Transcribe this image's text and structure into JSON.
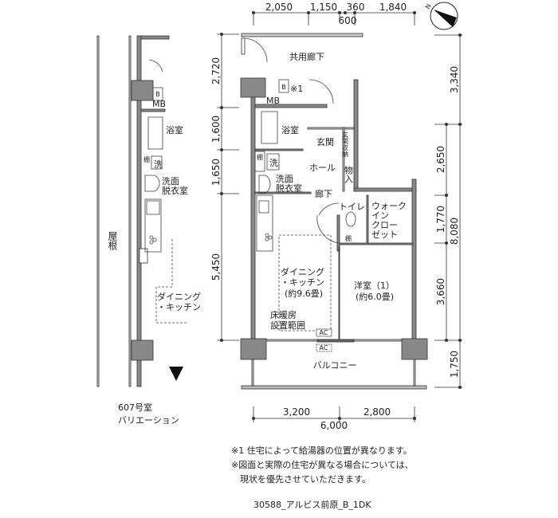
{
  "top_dimensions": [
    "2,050",
    "1,150",
    "360",
    "1,840",
    "600"
  ],
  "right_dimensions": {
    "outer": [
      "3,340",
      "8,080",
      "1,750"
    ],
    "inner": [
      "2,650",
      "1,770",
      "3,660"
    ]
  },
  "left_dimensions": [
    "2,720",
    "1,600",
    "1,650",
    "5,450"
  ],
  "bottom_dimensions": [
    "3,200",
    "2,800",
    "6,000"
  ],
  "compass": {
    "label": "N"
  },
  "rooms": {
    "corridor": "共用廊下",
    "mb": "MB",
    "boiler": "B",
    "note_mark": "※1",
    "bath": "浴室",
    "entrance": "玄関",
    "shoe_storage": "玄関収納",
    "hall": "ホール",
    "storage": "物入",
    "washer": "洗",
    "shelf": "棚",
    "washroom_1": "洗面",
    "washroom_2": "脱衣室",
    "hallway": "廊下",
    "toilet": "トイレ",
    "wic_1": "ウォーク",
    "wic_2": "イン",
    "wic_3": "クロー",
    "wic_4": "ゼット",
    "dk_1": "ダイニング",
    "dk_2": "・キッチン",
    "dk_size": "(約9.6畳)",
    "floor_heating_1": "床暖房",
    "floor_heating_2": "設置範囲",
    "western_room": "洋室（1）",
    "western_size": "(約6.0畳)",
    "ac": "AC",
    "balcony": "バルコニー"
  },
  "variation": {
    "roof": "屋根",
    "mb": "MB",
    "boiler": "B",
    "bath": "浴室",
    "washer": "洗",
    "shelf": "棚",
    "washroom_1": "洗面",
    "washroom_2": "脱衣室",
    "dk_1": "ダイニング",
    "dk_2": "・キッチン",
    "room_number": "607号室",
    "label": "バリエーション"
  },
  "notes": [
    "※1 住宅によって給湯器の位置が異なります。",
    "※図面と実際の住宅が異なる場合については、",
    "　現状を優先させていただきます。"
  ],
  "caption": "30588_アルビス前原_B_1DK"
}
